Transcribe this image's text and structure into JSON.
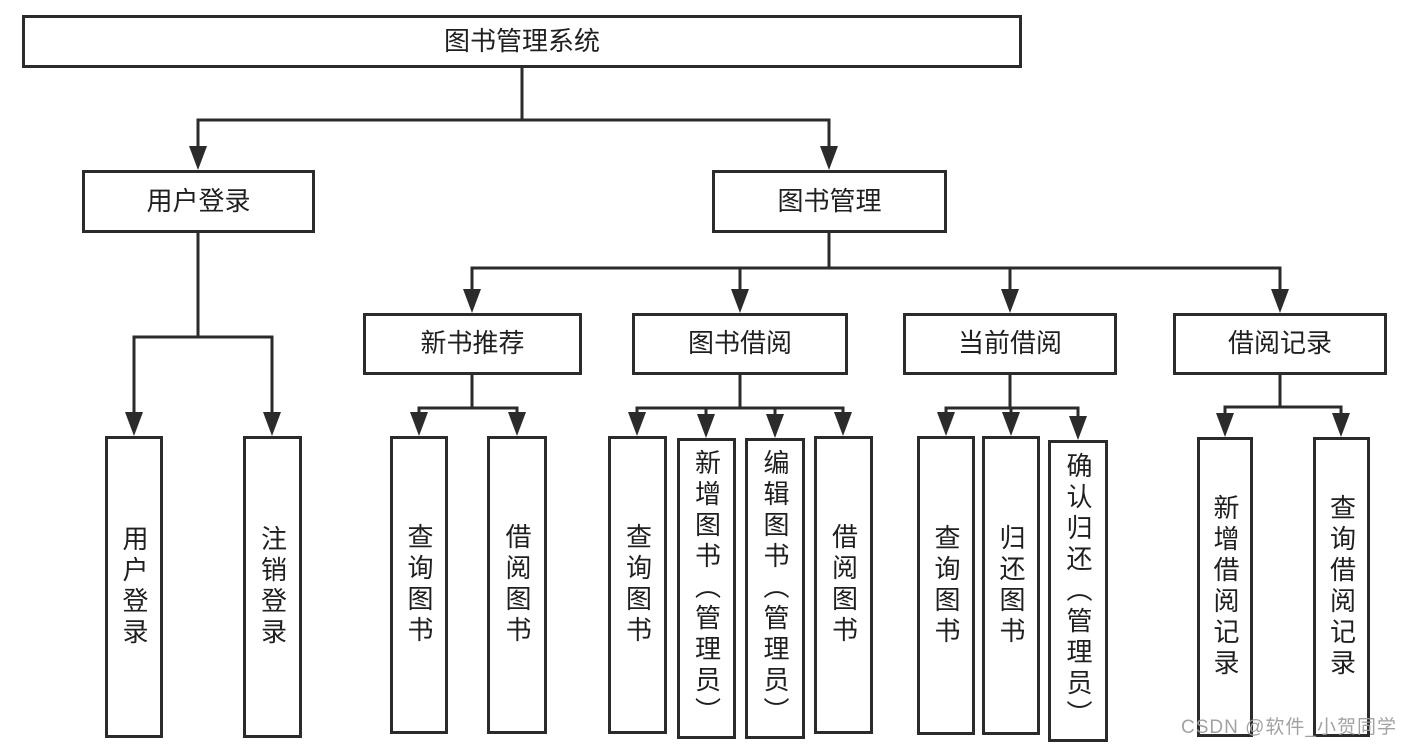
{
  "tree": {
    "root": "图书管理系统",
    "branches": [
      {
        "label": "用户登录",
        "children": [
          "用户登录",
          "注销登录"
        ]
      },
      {
        "label": "图书管理",
        "children": [
          {
            "label": "新书推荐",
            "children": [
              "查询图书",
              "借阅图书"
            ]
          },
          {
            "label": "图书借阅",
            "children": [
              "查询图书",
              "新增图书（管理员）",
              "编辑图书（管理员）",
              "借阅图书"
            ]
          },
          {
            "label": "当前借阅",
            "children": [
              "查询图书",
              "归还图书",
              "确认归还（管理员）"
            ]
          },
          {
            "label": "借阅记录",
            "children": [
              "新增借阅记录",
              "查询借阅记录"
            ]
          }
        ]
      }
    ]
  },
  "colors": {
    "line": "#2b2b2b",
    "text": "#1f1f1f",
    "watermark": "#9e9e9e"
  },
  "watermark": "CSDN @软件_小贺同学"
}
